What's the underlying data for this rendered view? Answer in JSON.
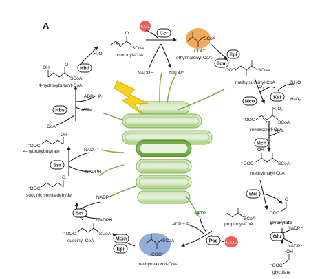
{
  "panel_label": "A",
  "metabolites": {
    "crotonyl": "crotonyl-CoA",
    "ethylmalonyl": "ethylmalonyl-CoA",
    "methylsuccinyl": "methylsuccinyl-CoA",
    "mesaconyl": "mesaconyl-CoA",
    "methylmalyl": "methylmalyl-CoA",
    "glyoxylate": "glyoxylate",
    "glycolate": "glycolate",
    "propionyl": "propionyl-CoA",
    "methylmalonyl": "methylmalonyl-CoA",
    "succinyl": "succinyl-CoA",
    "ssa": "succinic semialdehyde",
    "hb": "4-hydroxybutyrate",
    "hbcoa": "4-hydroxybutyryl-CoA"
  },
  "enzymes": {
    "ccr": "Ccr",
    "epi1": "Epi",
    "ecm": "Ecm",
    "mco": "Mco",
    "kat": "Kat",
    "mch": "Mch",
    "mcl": "Mcl",
    "ghr": "Ghr",
    "pcc": "Pcc",
    "mcm": "Mcm",
    "epi2": "Epi",
    "scr": "Scr",
    "ssr": "Ssr",
    "hbs": "Hbs",
    "hbd": "Hbd"
  },
  "cofactors": {
    "co2": "CO₂",
    "hco3": "HCO₃⁻",
    "h2o_hbd": "H₂O",
    "nadph_ccr": "NADPH",
    "nadp_ccr": "NADP⁺",
    "o2": "O₂",
    "h2o_kat": "2H₂O",
    "h2o2_kat": "H₂O₂",
    "h2o2_mco": "H₂O₂",
    "h2o_mch": "H₂O",
    "nadph_ghr": "NADPH",
    "nadp_ghr": "NADP⁺",
    "atp_pcc": "ATP",
    "adp_pcc": "ADP + Pᵢ",
    "nadp_scr": "NADP⁺",
    "nadph_scr": "NADPH",
    "nadp_ssr": "NADP⁺",
    "nadph_ssr": "NADPH",
    "adp_hbs": "ADP + Pᵢ",
    "atp_hbs": "ATP",
    "coa_hbs": "CoA"
  },
  "structure_labels": {
    "scoa": "SCoA",
    "ooc": "⁻OOC",
    "oh": "OH",
    "o": "O",
    "coo": "COO⁻"
  },
  "colors": {
    "co2_circle": "#e8605a",
    "hco3_circle": "#e8605a",
    "ethylmalonyl_highlight": "#f0a04a",
    "methylmalonyl_highlight": "#7f9fd6",
    "thylakoid_green": "#8dbf62",
    "light_bolt": "#f5d21a"
  }
}
